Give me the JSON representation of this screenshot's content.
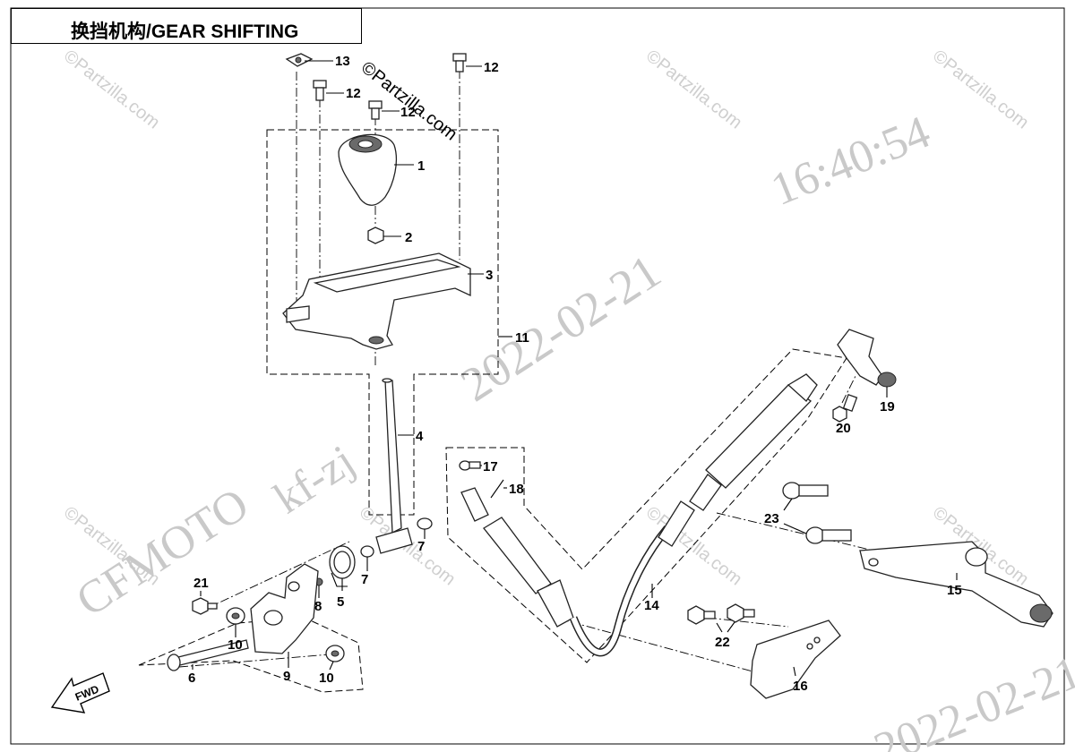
{
  "title": "换挡机构/GEAR SHIFTING",
  "watermarks": {
    "copyright": "©Partzilla.com",
    "date": "2022-02-21",
    "time": "16:40:54",
    "code": "kf-zj",
    "brand": "CFMOTO",
    "date_edge": "2022-02-21"
  },
  "fwd_label": "FWD",
  "parts": [
    {
      "label": "1"
    },
    {
      "label": "2"
    },
    {
      "label": "3"
    },
    {
      "label": "4"
    },
    {
      "label": "5"
    },
    {
      "label": "6"
    },
    {
      "label": "7"
    },
    {
      "label": "7"
    },
    {
      "label": "8"
    },
    {
      "label": "9"
    },
    {
      "label": "10"
    },
    {
      "label": "10"
    },
    {
      "label": "11"
    },
    {
      "label": "12"
    },
    {
      "label": "12"
    },
    {
      "label": "12"
    },
    {
      "label": "13"
    },
    {
      "label": "14"
    },
    {
      "label": "15"
    },
    {
      "label": "16"
    },
    {
      "label": "17"
    },
    {
      "label": "18"
    },
    {
      "label": "19"
    },
    {
      "label": "20"
    },
    {
      "label": "21"
    },
    {
      "label": "22"
    },
    {
      "label": "23"
    }
  ]
}
